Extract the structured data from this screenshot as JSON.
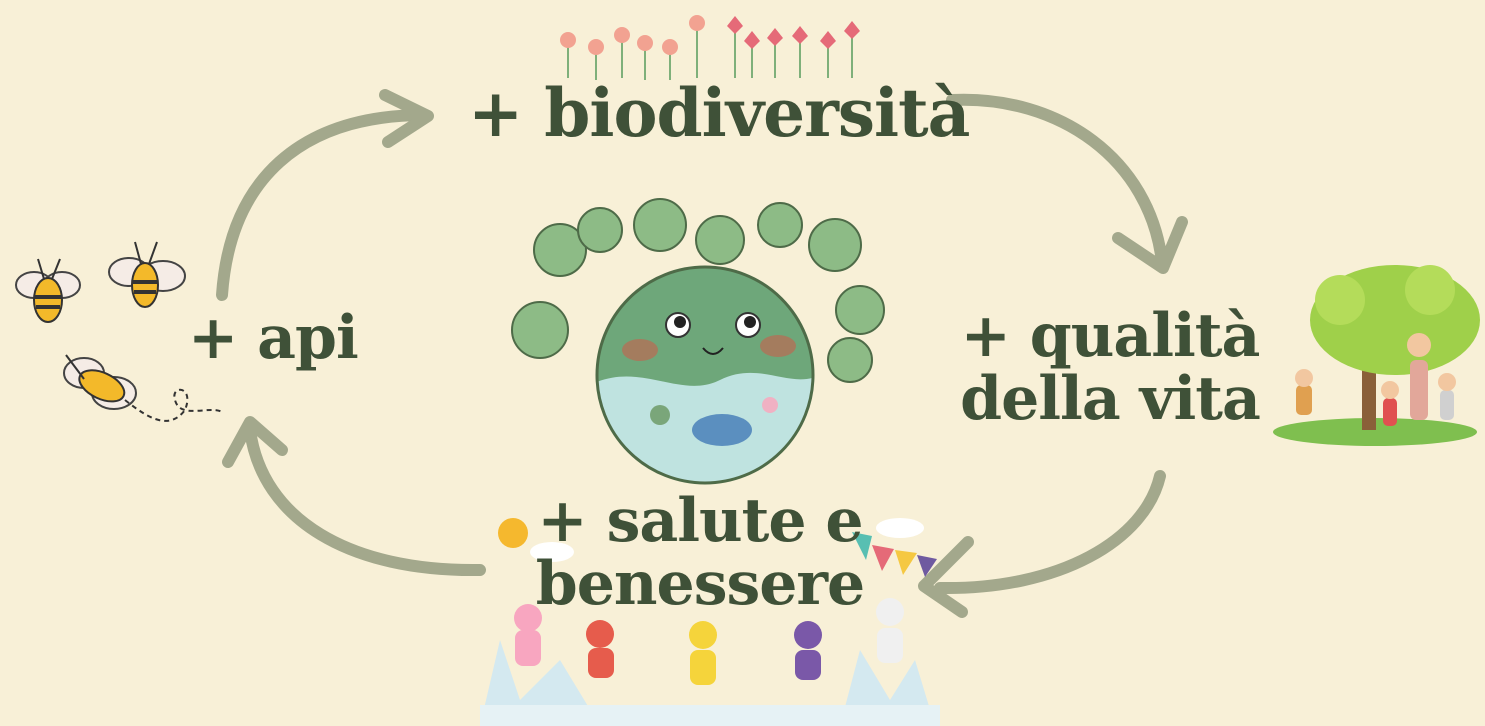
{
  "diagram": {
    "nodes": {
      "top": {
        "line1": "+ biodiversità"
      },
      "right": {
        "line1": "+ qualità",
        "line2": "della vita"
      },
      "bottom": {
        "line1": "+ salute e",
        "line2": "benessere"
      },
      "left": {
        "line1": "+ api"
      }
    },
    "colors": {
      "background": "#f8f0d7",
      "text": "#3f5138",
      "arrow": "#a3a88c",
      "globe_land": "#6ea77a",
      "globe_water": "#bfe3e0"
    }
  }
}
